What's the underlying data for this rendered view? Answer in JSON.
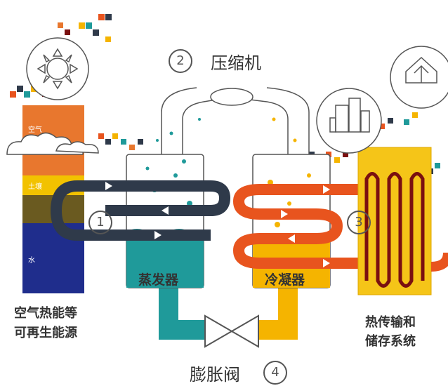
{
  "labels": {
    "compressor": "压缩机",
    "expansion_valve": "膨胀阀",
    "evaporator": "蒸发器",
    "condenser": "冷凝器",
    "renewable_line1": "空气热能等",
    "renewable_line2": "可再生能源",
    "storage_line1": "热传输和",
    "storage_line2": "储存系统",
    "layer_air": "空气",
    "layer_soil": "土壤",
    "layer_water": "水"
  },
  "steps": [
    "1",
    "2",
    "3",
    "4"
  ],
  "colors": {
    "cold_pipe": "#2f3a4a",
    "hot_pipe": "#e8541e",
    "teal": "#1f9a9a",
    "gold": "#f5b400",
    "air_orange": "#e8772e",
    "soil_yellow": "#f2c200",
    "water_blue": "#1f2d8c",
    "storage_yellow": "#f5c518",
    "coil_red": "#7a1010"
  },
  "icons": [
    "sun-icon",
    "buildings-icon",
    "house-icon",
    "cloud-icon"
  ]
}
